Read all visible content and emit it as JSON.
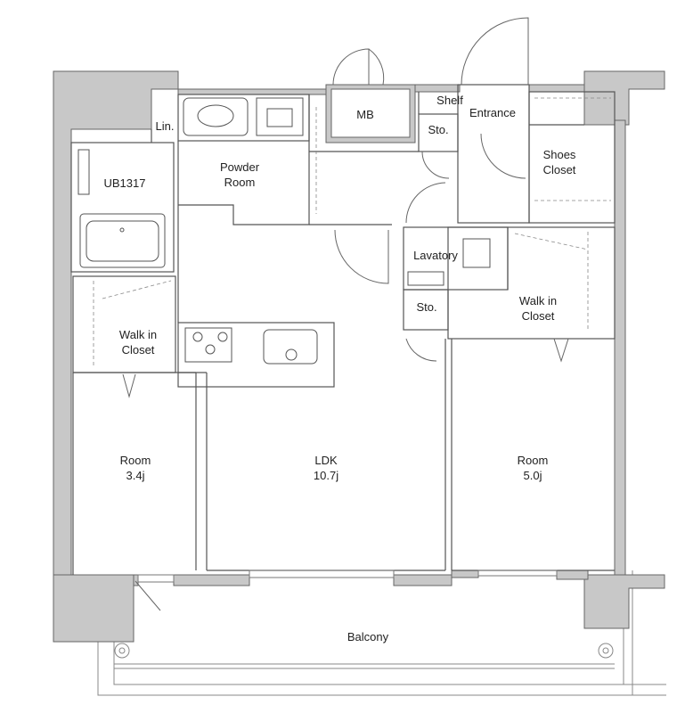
{
  "labels": {
    "lin": "Lin.",
    "ub": "UB1317",
    "powder_room": [
      "Powder",
      "Room"
    ],
    "mb": "MB",
    "shelf": "Shelf",
    "entrance": "Entrance",
    "sto_entrance": "Sto.",
    "shoes_closet": [
      "Shoes",
      "Closet"
    ],
    "lavatory": "Lavatory",
    "sto_lavatory": "Sto.",
    "walk_in_closet_left": [
      "Walk in",
      "Closet"
    ],
    "walk_in_closet_right": [
      "Walk in",
      "Closet"
    ],
    "room_left": [
      "Room",
      "3.4j"
    ],
    "ldk": [
      "LDK",
      "10.7j"
    ],
    "room_right": [
      "Room",
      "5.0j"
    ],
    "balcony": "Balcony"
  },
  "colors": {
    "wall": "#c8c8c8",
    "line": "#555555",
    "thin": "#888888",
    "text": "#222222"
  }
}
